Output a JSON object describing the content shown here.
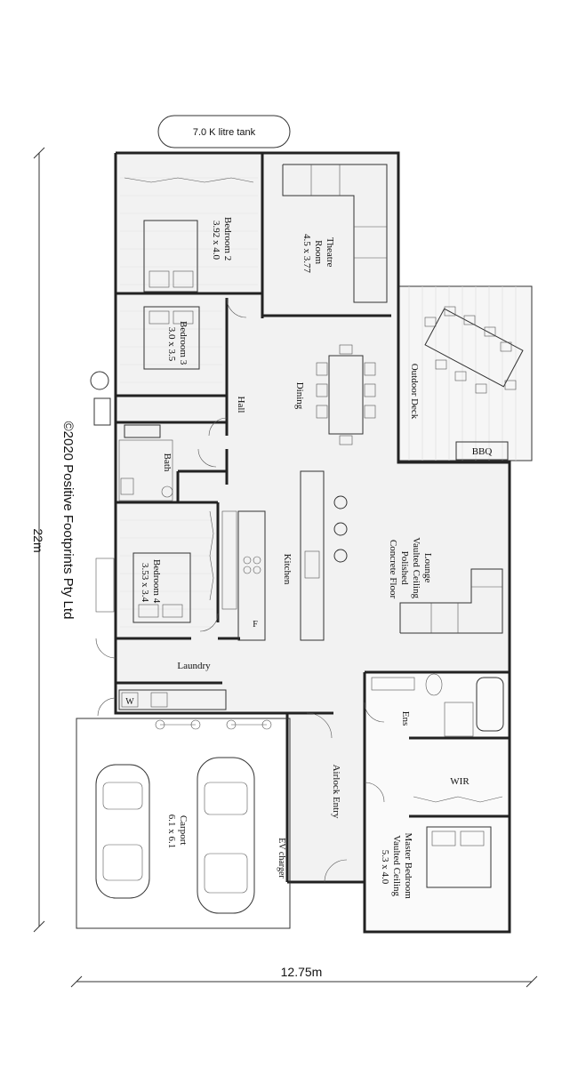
{
  "tank": {
    "label": "7.0 K litre tank"
  },
  "copyright": "©2020 Positive Footprints Pty Ltd",
  "dimensions": {
    "height": "22m",
    "width": "12.75m"
  },
  "rooms": {
    "bedroom2": {
      "name": "Bedroom 2",
      "size": "3.92 x 4.0"
    },
    "theatre": {
      "name1": "Theatre",
      "name2": "Room",
      "size": "4.5 x 3.77"
    },
    "bedroom3": {
      "name": "Bedroom 3",
      "size": "3.0 x 3.5"
    },
    "dining": {
      "name": "Dining"
    },
    "hall": {
      "name": "Hall"
    },
    "outdoor_deck": {
      "name": "Outdoor Deck"
    },
    "bbq": {
      "name": "BBQ"
    },
    "bath": {
      "name": "Bath"
    },
    "bedroom4": {
      "name": "Bedroom 4",
      "size": "3.53 x 3.4"
    },
    "kitchen": {
      "name": "Kitchen"
    },
    "lounge": {
      "l1": "Lounge",
      "l2": "Vaulted Ceiling",
      "l3": "Polished",
      "l4": "Concrete Floor"
    },
    "laundry": {
      "name": "Laundry"
    },
    "ens": {
      "name": "Ens"
    },
    "airlock": {
      "name": "Airlock Entry"
    },
    "wir": {
      "name": "WIR"
    },
    "carport": {
      "name": "Carport",
      "size": "6.1 x 6.1"
    },
    "ev": {
      "name": "EV charger"
    },
    "master": {
      "l1": "Master Bedroom",
      "l2": "Vaulted Ceiling",
      "l3": "5.3 x 4.0"
    }
  },
  "fixtures": {
    "washer": "W",
    "fridge": "F"
  }
}
